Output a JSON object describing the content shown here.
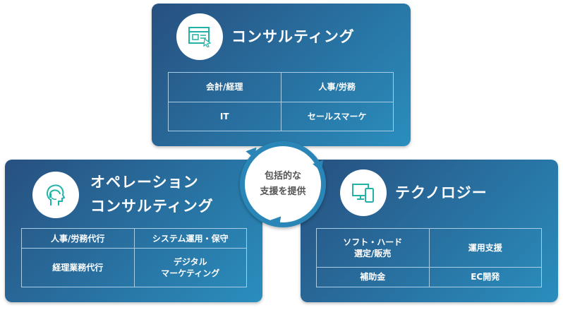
{
  "hub": {
    "label": "包括的な\n支援を提供"
  },
  "cards": [
    {
      "title": "コンサルティング",
      "icon": "web-browser-icon",
      "items": [
        "会計/経理",
        "人事/労務",
        "IT",
        "セールスマーケ"
      ]
    },
    {
      "title": "オペレーション\nコンサルティング",
      "icon": "head-headset-icon",
      "items": [
        "人事/労務代行",
        "システム運用・保守",
        "経理業務代行",
        "デジタル\nマーケティング"
      ]
    },
    {
      "title": "テクノロジー",
      "icon": "devices-icon",
      "items": [
        "ソフト・ハード\n選定/販売",
        "運用支援",
        "補助金",
        "EC開発"
      ]
    }
  ],
  "colors": {
    "accent": "#2a8ebd",
    "dark": "#27507f",
    "icon": "#22b3a6"
  }
}
